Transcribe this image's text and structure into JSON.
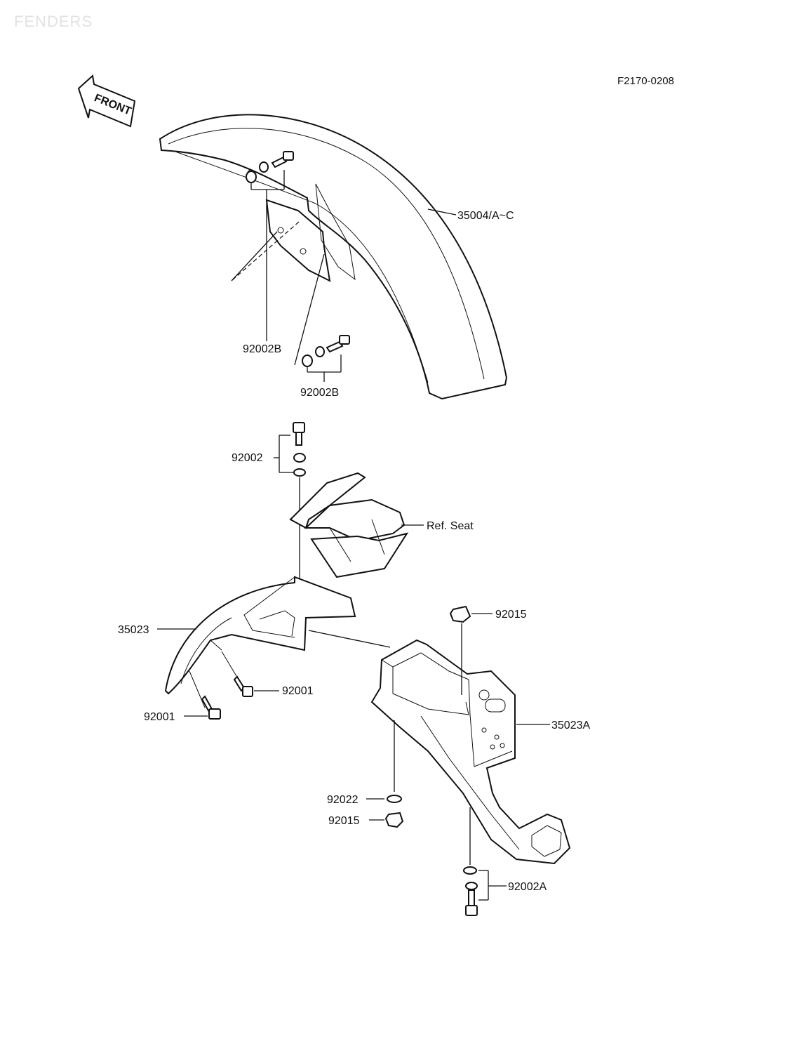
{
  "header": {
    "watermark": "FENDERS",
    "figure_code": "F2170-0208",
    "front_arrow": "FRONT"
  },
  "labels": {
    "front_fender": "35004/A~C",
    "bolt_left_front": "92002B",
    "bolt_right_front": "92002B",
    "bolt_top": "92002",
    "ref_seat": "Ref. Seat",
    "rear_fender_front": "35023",
    "bolt_92001_upper": "92001",
    "bolt_92001_lower": "92001",
    "nut_top": "92015",
    "rear_fender_rear": "35023A",
    "washer_92022": "92022",
    "nut_bottom": "92015",
    "bolt_92002a": "92002A"
  }
}
